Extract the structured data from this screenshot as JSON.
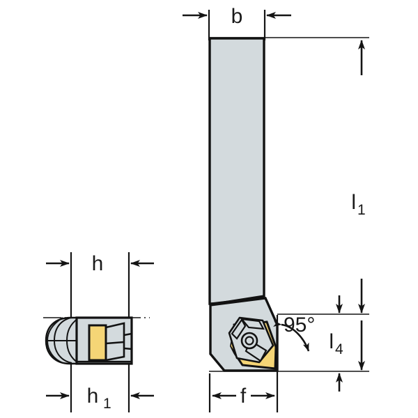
{
  "drawing": {
    "title": "Turning tool holder technical drawing",
    "type": "engineering-dimension-drawing",
    "views": [
      {
        "name": "end-view",
        "position": "left",
        "description": "Tool holder end view showing shank cross-section with insert"
      },
      {
        "name": "side-view",
        "position": "right",
        "description": "Tool holder side view showing full shank length and cutting head"
      }
    ],
    "colors": {
      "shank_fill": "#d3dadd",
      "insert_fill": "#f5d576",
      "outline": "#121212",
      "background": "#ffffff",
      "text": "#1a1a1a"
    }
  },
  "dimensions": {
    "b": {
      "label": "b",
      "view": "side-view",
      "orientation": "horizontal",
      "position": "top"
    },
    "l1": {
      "label": "l",
      "subscript": "1",
      "view": "side-view",
      "orientation": "vertical",
      "position": "right"
    },
    "l4": {
      "label": "l",
      "subscript": "4",
      "view": "side-view",
      "orientation": "vertical",
      "position": "right-lower"
    },
    "f": {
      "label": "f",
      "view": "side-view",
      "orientation": "horizontal",
      "position": "bottom"
    },
    "h": {
      "label": "h",
      "view": "end-view",
      "orientation": "horizontal",
      "position": "top"
    },
    "h1": {
      "label": "h",
      "subscript": "1",
      "view": "end-view",
      "orientation": "horizontal",
      "position": "bottom"
    }
  },
  "annotations": {
    "lead_angle": {
      "value": "95",
      "unit": "°",
      "label": "95°",
      "view": "side-view"
    }
  }
}
